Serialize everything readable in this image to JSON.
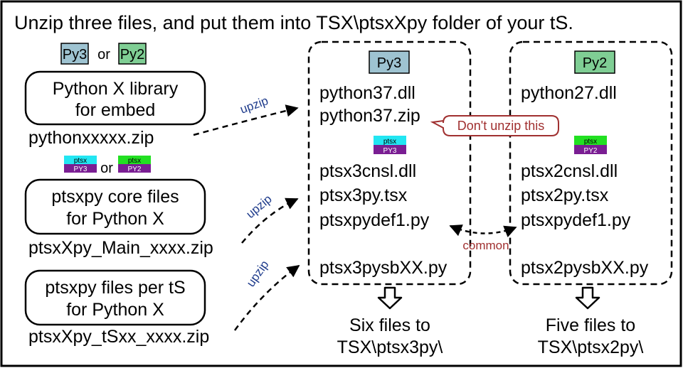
{
  "heading": "Unzip three files, and put them into TSX\\ptsxXpy folder of your tS.",
  "version_legend": {
    "py3": "Py3",
    "or_text": "or",
    "py2": "Py2"
  },
  "ptsx_legend": {
    "ptsx_label": "ptsx",
    "py3": "PY3",
    "or_text": "or",
    "py2": "PY2"
  },
  "sources": [
    {
      "title_line1": "Python X library",
      "title_line2": "for embed",
      "filename": "pythonxxxxx.zip",
      "arrow_label": "upzip"
    },
    {
      "title_line1": "ptsxpy core files",
      "title_line2": "for Python X",
      "filename": "ptsxXpy_Main_xxxx.zip",
      "arrow_label": "upzip"
    },
    {
      "title_line1": "ptsxpy files per tS",
      "title_line2": "for Python X",
      "filename": "ptsxXpy_tSxx_xxxx.zip",
      "arrow_label": "upzip"
    }
  ],
  "folder_py3": {
    "badge": "Py3",
    "files_top": [
      "python37.dll",
      "python37.zip"
    ],
    "ptsx_badge": {
      "top": "ptsx",
      "bottom": "PY3"
    },
    "files_mid": [
      "ptsx3cnsl.dll",
      "ptsx3py.tsx",
      "ptsxpydef1.py"
    ],
    "file_bottom": "ptsx3pysbXX.py",
    "result_line1": "Six files to",
    "result_line2": "TSX\\ptsx3py\\"
  },
  "folder_py2": {
    "badge": "Py2",
    "files_top": [
      "python27.dll"
    ],
    "ptsx_badge": {
      "top": "ptsx",
      "bottom": "PY2"
    },
    "files_mid": [
      "ptsx2cnsl.dll",
      "ptsx2py.tsx",
      "ptsxpydef1.py"
    ],
    "file_bottom": "ptsx2pysbXX.py",
    "result_line1": "Five files to",
    "result_line2": "TSX\\ptsx2py\\"
  },
  "callout": "Don't unzip this",
  "common_label": "common",
  "colors": {
    "py3_fill": "#9ec3d1",
    "py2_fill": "#7fce94",
    "ptsx_py3_top": "#22e6f2",
    "ptsx_py2_top": "#22e022",
    "ptsx_bottom": "#7a1e93",
    "arrow_label": "#1f3c8c",
    "callout_text": "#a03030",
    "callout_border": "#a03030"
  }
}
